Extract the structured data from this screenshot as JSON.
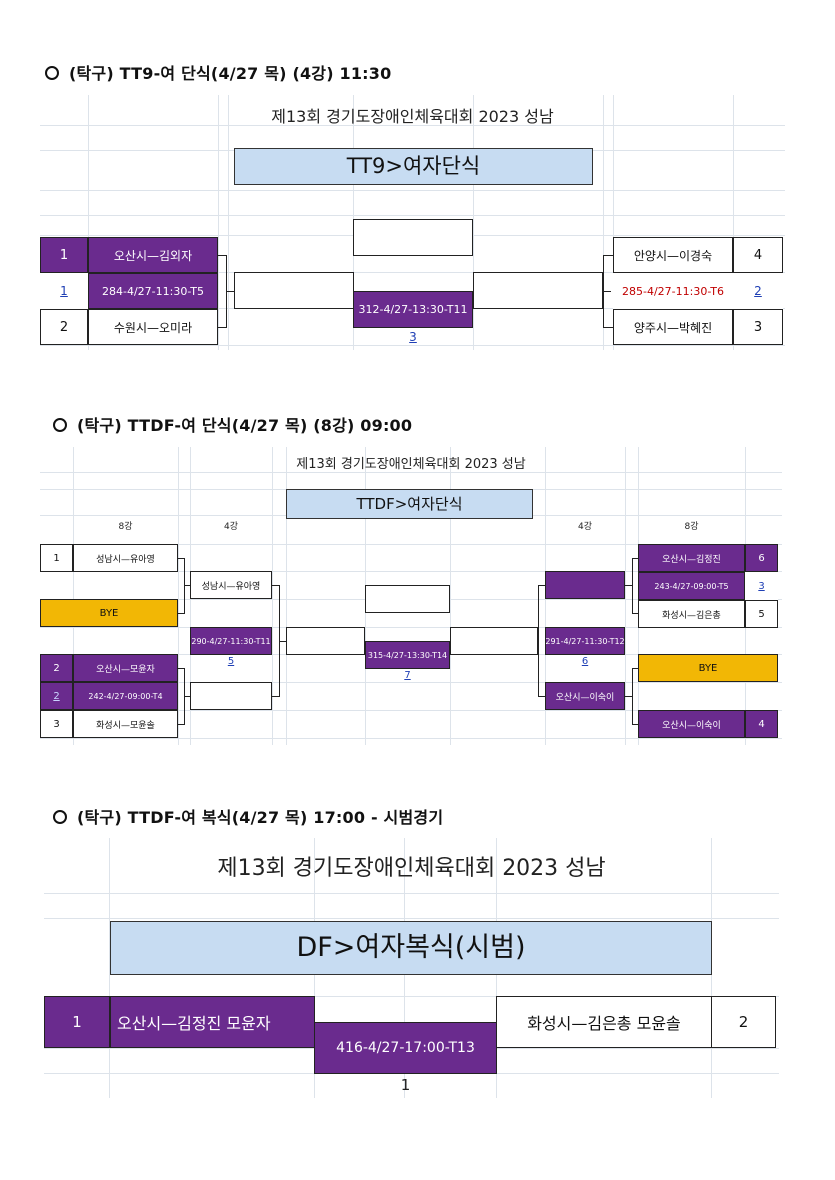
{
  "sections": [
    {
      "heading": "(탁구) TT9-여 단식(4/27 목) (4강) 11:30",
      "title": "제13회 경기도장애인체육대회 2023 성남",
      "banner": "TT9>여자단식",
      "left": [
        {
          "no": "1",
          "name": "오산시—김외자"
        },
        {
          "no": "1",
          "match": "284-4/27-11:30-T5"
        },
        {
          "no": "2",
          "name": "수원시—오미라"
        }
      ],
      "right": [
        {
          "no": "4",
          "name": "안양시—이경숙"
        },
        {
          "no": "2",
          "match": "285-4/27-11:30-T6"
        },
        {
          "no": "3",
          "name": "양주시—박혜진"
        }
      ],
      "final": {
        "match": "312-4/27-13:30-T11",
        "no": "3"
      }
    },
    {
      "heading": "(탁구) TTDF-여 단식(4/27 목) (8강) 09:00",
      "title": "제13회 경기도장애인체육대회 2023 성남",
      "banner": "TTDF>여자단식",
      "round_labels": [
        "8강",
        "4강",
        "4강",
        "8강"
      ],
      "left8": [
        {
          "no": "1",
          "name": "성남시—유아영"
        },
        {
          "name": "BYE"
        },
        {
          "no": "2",
          "name": "오산시—모윤자"
        },
        {
          "no": "2",
          "match": "242-4/27-09:00-T4"
        },
        {
          "no": "3",
          "name": "화성시—모윤솔"
        }
      ],
      "left4": [
        {
          "name": "성남시—유아영"
        },
        {
          "match": "290-4/27-11:30-T11",
          "no": "5"
        }
      ],
      "right8": [
        {
          "no": "6",
          "name": "오산시—김정진"
        },
        {
          "no": "3",
          "match": "243-4/27-09:00-T5"
        },
        {
          "no": "5",
          "name": "화성시—김은총"
        },
        {
          "name": "BYE"
        },
        {
          "no": "4",
          "name": "오산시—이숙이"
        }
      ],
      "right4": [
        {
          "match": "291-4/27-11:30-T12",
          "no": "6"
        },
        {
          "name": "오산시—이숙이"
        }
      ],
      "final": {
        "match": "315-4/27-13:30-T14",
        "no": "7"
      }
    },
    {
      "heading": "(탁구) TTDF-여 복식(4/27 목) 17:00 - 시범경기",
      "title": "제13회 경기도장애인체육대회 2023 성남",
      "banner": "DF>여자복식(시범)",
      "left": {
        "no": "1",
        "name": "오산시—김정진 모윤자"
      },
      "right": {
        "no": "2",
        "name": "화성시—김은총 모윤솔"
      },
      "final": {
        "match": "416-4/27-17:00-T13",
        "no": "1"
      }
    }
  ],
  "colors": {
    "purple": "#6a2b8e",
    "gold": "#f2b705",
    "banner": "#c7dcf2",
    "link": "#1f3fb5",
    "red": "#c00000"
  }
}
